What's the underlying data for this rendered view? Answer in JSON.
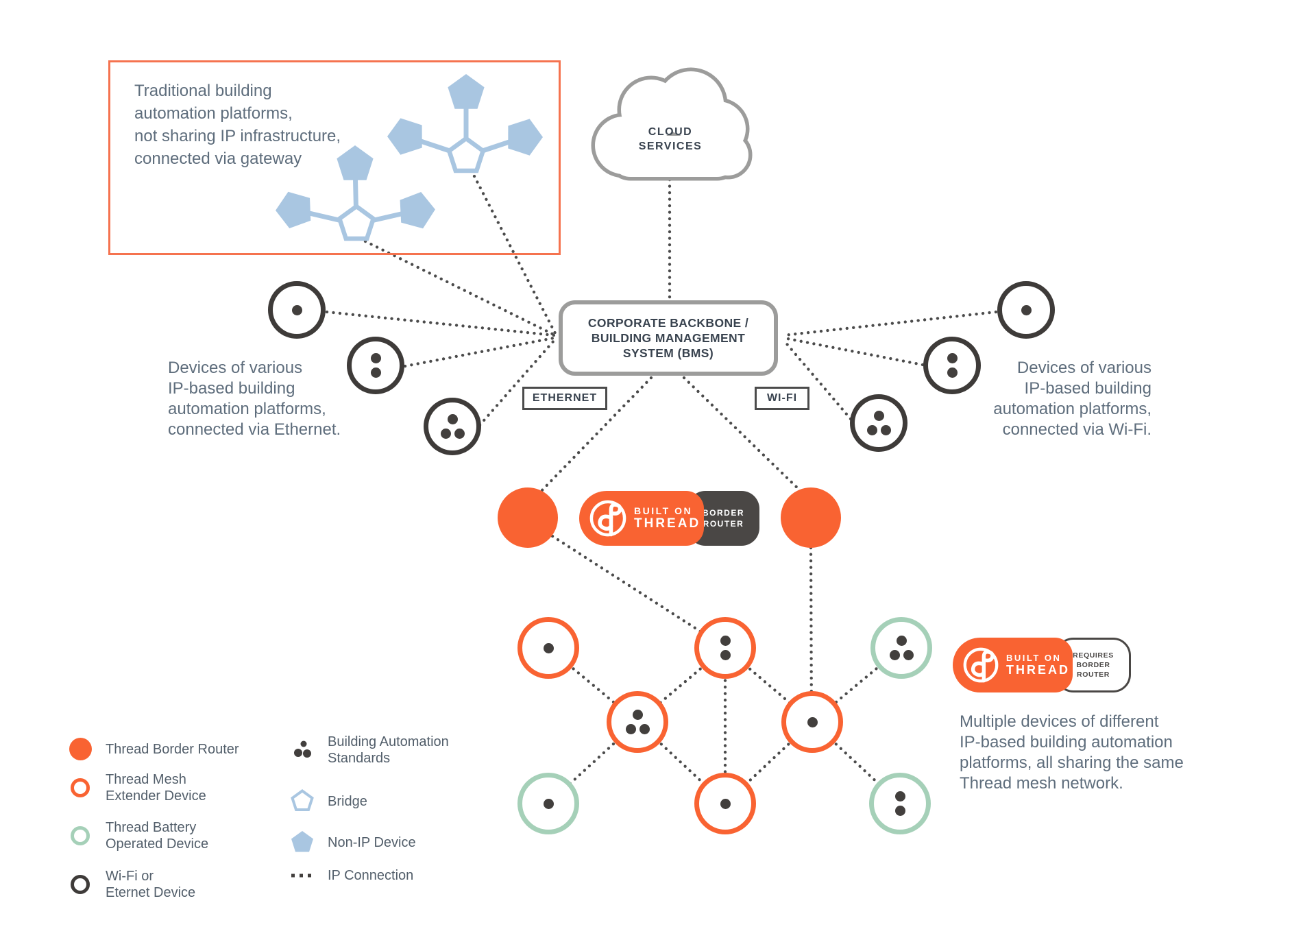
{
  "colors": {
    "thread_orange": "#F96332",
    "gateway_box_border": "#F5734F",
    "battery_green": "#A5D0B8",
    "device_dark": "#3E3B39",
    "bridge_blue": "#A9C6E1",
    "outline_gray": "#9C9C9B",
    "connection_dark": "#4B4B4B",
    "body_text": "#5E6D7C",
    "heading_text": "#39434F",
    "badge_dark": "#4A4745"
  },
  "gateway_box": {
    "lines": [
      "Traditional building",
      "automation platforms,",
      "not sharing IP infrastructure,",
      "connected via gateway"
    ]
  },
  "cloud": {
    "lines": [
      "CLOUD",
      "SERVICES"
    ]
  },
  "bms": {
    "lines": [
      "CORPORATE BACKBONE /",
      "BUILDING MANAGEMENT",
      "SYSTEM (BMS)"
    ]
  },
  "connection_tags": {
    "ethernet": "ETHERNET",
    "wifi": "WI-FI"
  },
  "left_note": {
    "lines": [
      "Devices of various",
      "IP-based building",
      "automation platforms,",
      "connected via Ethernet."
    ]
  },
  "right_note": {
    "lines": [
      "Devices of various",
      "IP-based building",
      "automation platforms,",
      "connected via Wi-Fi."
    ]
  },
  "mesh_note": {
    "lines": [
      "Multiple devices of different",
      "IP-based building automation",
      "platforms, all sharing the same",
      "Thread mesh network."
    ]
  },
  "badges": {
    "border_router": {
      "built_on": "BUILT ON",
      "thread": "THREAD",
      "tag_lines": [
        "BORDER",
        "ROUTER"
      ]
    },
    "requires_border_router": {
      "built_on": "BUILT ON",
      "thread": "THREAD",
      "tag_lines": [
        "REQUIRES",
        "BORDER",
        "ROUTER"
      ]
    }
  },
  "legend": {
    "items": [
      {
        "icon": "thread-border-router",
        "lines": [
          "Thread Border Router"
        ]
      },
      {
        "icon": "thread-mesh-extender",
        "lines": [
          "Thread Mesh",
          "Extender Device"
        ]
      },
      {
        "icon": "thread-battery-device",
        "lines": [
          "Thread Battery",
          "Operated Device"
        ]
      },
      {
        "icon": "wifi-ethernet-device",
        "lines": [
          "Wi-Fi or",
          "Eternet Device"
        ]
      },
      {
        "icon": "building-automation-standards",
        "lines": [
          "Building Automation",
          "Standards"
        ]
      },
      {
        "icon": "bridge",
        "lines": [
          "Bridge"
        ]
      },
      {
        "icon": "non-ip-device",
        "lines": [
          "Non-IP Device"
        ]
      },
      {
        "icon": "ip-connection",
        "lines": [
          "IP Connection"
        ]
      }
    ]
  },
  "mesh_nodes": [
    {
      "type": "mesh-extender",
      "standards_dots": 1
    },
    {
      "type": "mesh-extender",
      "standards_dots": 2
    },
    {
      "type": "battery-operated",
      "standards_dots": 3
    },
    {
      "type": "mesh-extender",
      "standards_dots": 3
    },
    {
      "type": "mesh-extender",
      "standards_dots": 1
    },
    {
      "type": "battery-operated",
      "standards_dots": 1
    },
    {
      "type": "mesh-extender",
      "standards_dots": 1
    },
    {
      "type": "battery-operated",
      "standards_dots": 2
    }
  ]
}
